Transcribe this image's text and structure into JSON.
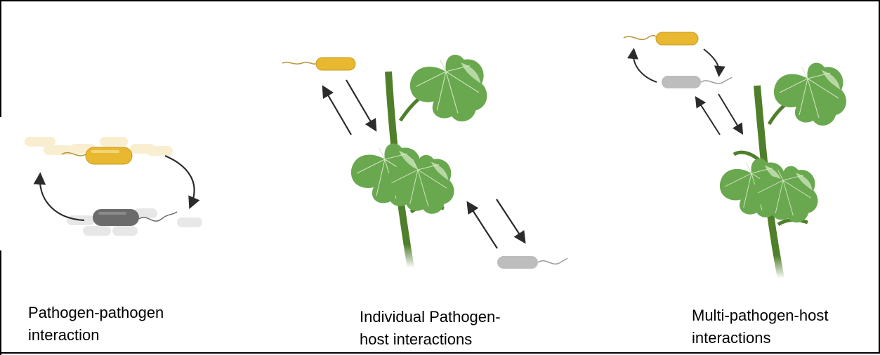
{
  "panels": [
    {
      "id": "pathogen-pathogen",
      "caption_line1": "Pathogen-pathogen",
      "caption_line2": "interaction"
    },
    {
      "id": "individual",
      "caption_line1": "Individual Pathogen-",
      "caption_line2": "host interactions"
    },
    {
      "id": "multi",
      "caption_line1": "Multi-pathogen-host",
      "caption_line2": "interactions"
    }
  ],
  "colors": {
    "pathogen_a": "#e8b830",
    "pathogen_b": "#6b6b6b",
    "pathogen_b_light": "#bdbdbd",
    "leaf": "#6aa84f",
    "stem": "#4f7f2a",
    "arrow": "#2b2b2b"
  }
}
